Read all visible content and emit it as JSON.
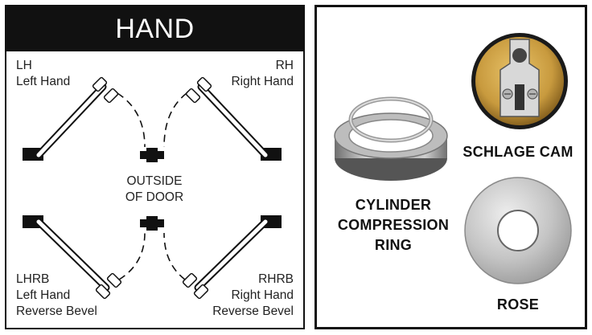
{
  "hand_panel": {
    "title": "HAND",
    "lh_code": "LH",
    "lh_name": "Left Hand",
    "rh_code": "RH",
    "rh_name": "Right Hand",
    "outside_line1": "OUTSIDE",
    "outside_line2": "OF DOOR",
    "lhrb_code": "LHRB",
    "lhrb_line1": "Left Hand",
    "lhrb_line2": "Reverse Bevel",
    "rhrb_code": "RHRB",
    "rhrb_line1": "Right Hand",
    "rhrb_line2": "Reverse Bevel"
  },
  "parts_panel": {
    "schlage_cam": "SCHLAGE CAM",
    "cylinder_line1": "CYLINDER",
    "cylinder_line2": "COMPRESSION",
    "cylinder_line3": "RING",
    "rose": "ROSE"
  },
  "colors": {
    "header_bg": "#111111",
    "brass": "#c89a3e",
    "steel": "#a8a8a8"
  }
}
